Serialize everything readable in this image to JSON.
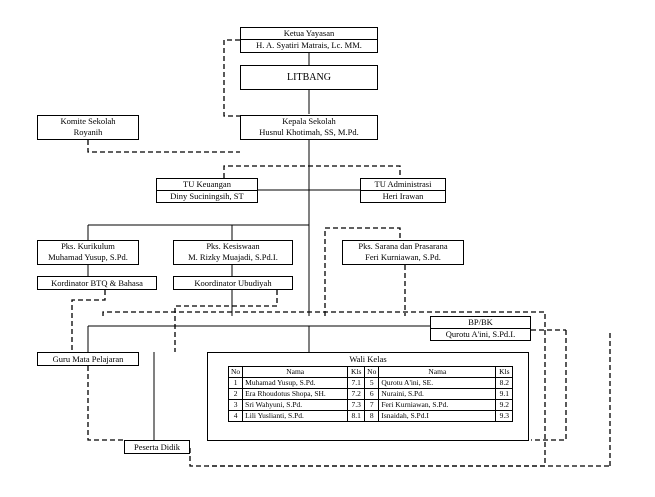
{
  "ketua": {
    "title": "Ketua Yayasan",
    "name": "H. A. Syatiri Matrais, Lc. MM."
  },
  "litbang": {
    "title": "LITBANG"
  },
  "komite": {
    "title": "Komite Sekolah",
    "name": "Royanih"
  },
  "kepala": {
    "title": "Kepala Sekolah",
    "name": "Husnul Khotimah, SS, M.Pd."
  },
  "tu_keu": {
    "title": "TU Keuangan",
    "name": "Diny Suciningsih, ST"
  },
  "tu_adm": {
    "title": "TU Administrasi",
    "name": "Heri Irawan"
  },
  "kurikulum": {
    "title": "Pks. Kurikulum",
    "name": "Muhamad Yusup, S.Pd."
  },
  "kesiswaan": {
    "title": "Pks. Kesiswaan",
    "name": "M. Rizky  Muajadi, S.Pd.I."
  },
  "sarana": {
    "title": "Pks. Sarana dan Prasarana",
    "name": "Feri Kurniawan, S.Pd."
  },
  "btq": {
    "title": "Kordinator BTQ & Bahasa"
  },
  "ubudiyah": {
    "title": "Koordinator Ubudiyah"
  },
  "bpbk": {
    "title": "BP/BK",
    "name": "Qurotu A'ini, S.Pd.I."
  },
  "guru": {
    "title": "Guru Mata Pelajaran"
  },
  "peserta": {
    "title": "Peserta Didik"
  },
  "wali": {
    "title": "Wali Kelas",
    "headers": {
      "no": "No",
      "nama": "Nama",
      "kls": "Kls"
    },
    "left": [
      {
        "no": "1",
        "nama": "Muhamad Yusup, S.Pd.",
        "kls": "7.1"
      },
      {
        "no": "2",
        "nama": "Era Rhoudotus Shopa, SH.",
        "kls": "7.2"
      },
      {
        "no": "3",
        "nama": "Sri Wahyuni, S.Pd.",
        "kls": "7.3"
      },
      {
        "no": "4",
        "nama": "Lili Yuslianti, S.Pd.",
        "kls": "8.1"
      }
    ],
    "right": [
      {
        "no": "5",
        "nama": "Qurotu A'ini, SE.",
        "kls": "8.2"
      },
      {
        "no": "6",
        "nama": "Nuraini, S.Pd.",
        "kls": "9.1"
      },
      {
        "no": "7",
        "nama": "Feri Kurniawan, S.Pd.",
        "kls": "9.2"
      },
      {
        "no": "8",
        "nama": "Isnaidah, S.Pd.I",
        "kls": "9.3"
      }
    ]
  }
}
